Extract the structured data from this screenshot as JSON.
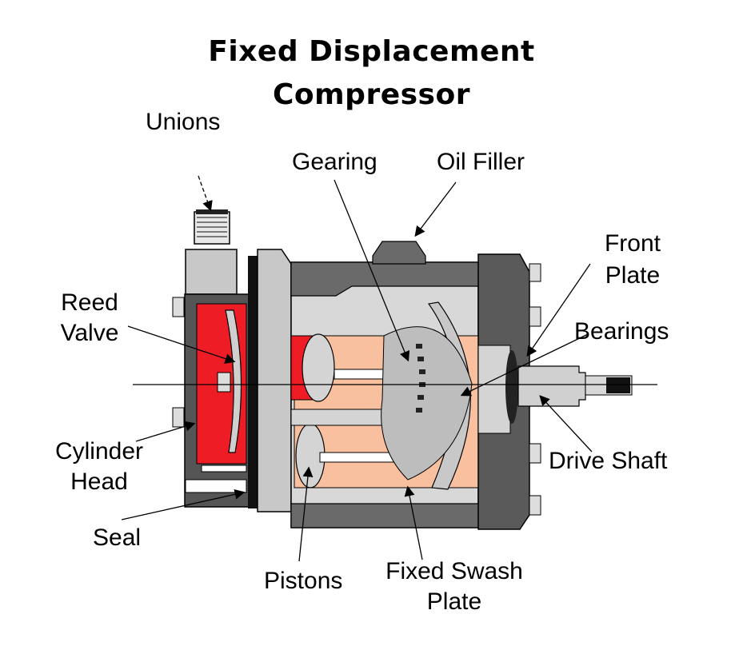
{
  "title": {
    "line1": "Fixed Displacement",
    "line2": "Compressor"
  },
  "labels": {
    "unions": "Unions",
    "gearing": "Gearing",
    "oil_filler": "Oil Filler",
    "front_plate_1": "Front",
    "front_plate_2": "Plate",
    "reed_valve_1": "Reed",
    "reed_valve_2": "Valve",
    "bearings": "Bearings",
    "cylinder_head_1": "Cylinder",
    "cylinder_head_2": "Head",
    "drive_shaft": "Drive Shaft",
    "seal": "Seal",
    "pistons": "Pistons",
    "swash_1": "Fixed Swash",
    "swash_2": "Plate"
  },
  "colors": {
    "body_dark": "#5a5a5a",
    "body_light": "#d4d4d4",
    "chamber_red": "#ee1c24",
    "piston_zone": "#f9c0a0",
    "outline": "#000000"
  }
}
